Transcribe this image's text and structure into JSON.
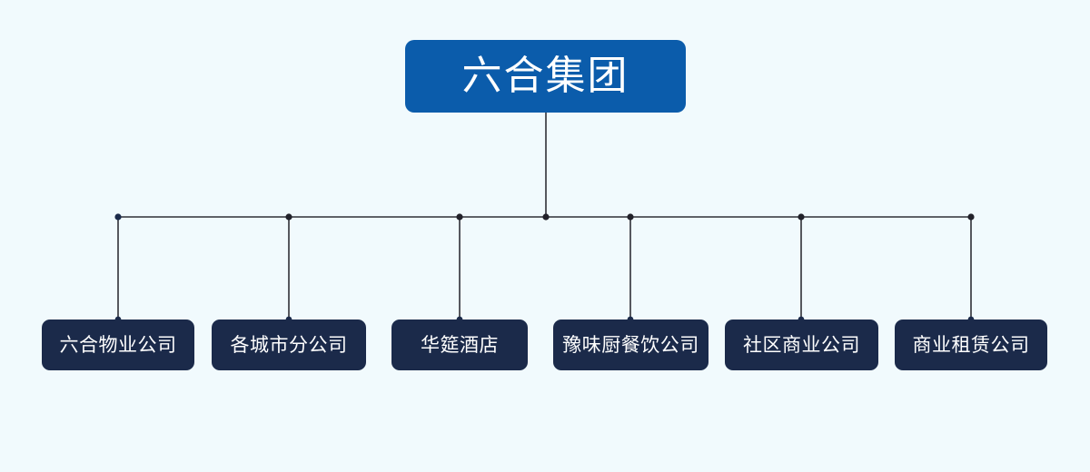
{
  "diagram": {
    "type": "organization-chart",
    "orientation": "top-down",
    "background_color": "#f1fafd",
    "connector_color": "#2f2f37",
    "root": {
      "label": "六合集团",
      "fill_color": "#0b5cab",
      "text_color": "#ffffff"
    },
    "children": [
      {
        "label": "六合物业公司",
        "fill_color": "#1b2a4a",
        "text_color": "#ffffff"
      },
      {
        "label": "各城市分公司",
        "fill_color": "#1b2a4a",
        "text_color": "#ffffff"
      },
      {
        "label": "华筵酒店",
        "fill_color": "#1b2a4a",
        "text_color": "#ffffff"
      },
      {
        "label": "豫味厨餐饮公司",
        "fill_color": "#1b2a4a",
        "text_color": "#ffffff"
      },
      {
        "label": "社区商业公司",
        "fill_color": "#1b2a4a",
        "text_color": "#ffffff"
      },
      {
        "label": "商业租赁公司",
        "fill_color": "#1b2a4a",
        "text_color": "#ffffff"
      }
    ]
  }
}
